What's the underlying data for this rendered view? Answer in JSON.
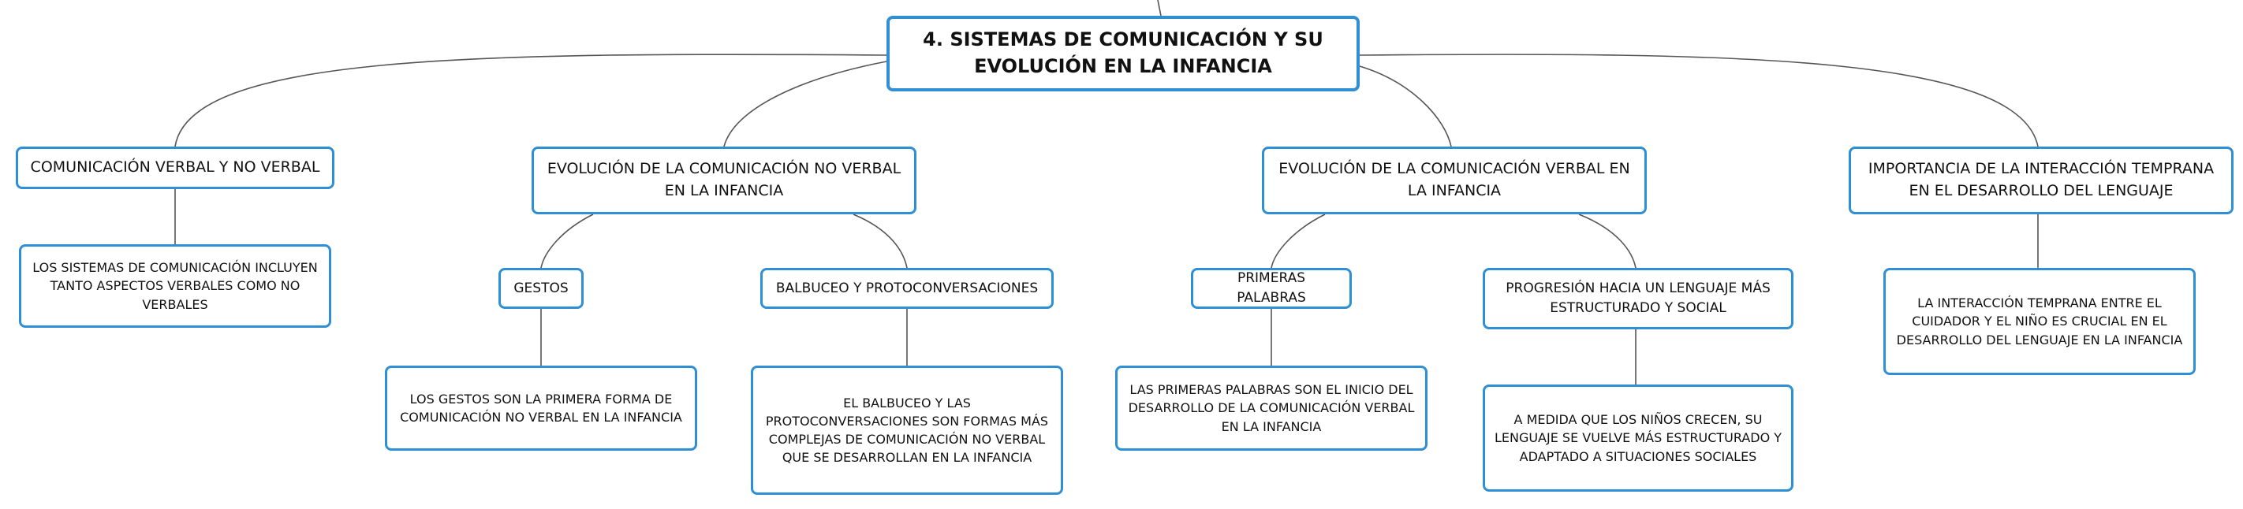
{
  "root": {
    "label": "4. SISTEMAS DE COMUNICACIÓN Y SU EVOLUCIÓN EN LA INFANCIA"
  },
  "branches": [
    {
      "label": "COMUNICACIÓN VERBAL Y NO VERBAL",
      "detail": "LOS SISTEMAS DE COMUNICACIÓN INCLUYEN TANTO ASPECTOS VERBALES COMO NO VERBALES"
    },
    {
      "label": "EVOLUCIÓN DE LA COMUNICACIÓN NO VERBAL EN LA INFANCIA",
      "children": [
        {
          "label": "GESTOS",
          "detail": "LOS GESTOS SON LA PRIMERA FORMA DE COMUNICACIÓN NO VERBAL EN LA INFANCIA"
        },
        {
          "label": "BALBUCEO Y PROTOCONVERSACIONES",
          "detail": "EL BALBUCEO Y LAS PROTOCONVERSACIONES SON FORMAS MÁS COMPLEJAS DE COMUNICACIÓN NO VERBAL QUE SE DESARROLLAN EN LA INFANCIA"
        }
      ]
    },
    {
      "label": "EVOLUCIÓN DE LA COMUNICACIÓN VERBAL EN LA INFANCIA",
      "children": [
        {
          "label": "PRIMERAS PALABRAS",
          "detail": "LAS PRIMERAS PALABRAS SON EL INICIO DEL DESARROLLO DE LA COMUNICACIÓN VERBAL EN LA INFANCIA"
        },
        {
          "label": "PROGRESIÓN HACIA UN LENGUAJE MÁS ESTRUCTURADO Y SOCIAL",
          "detail": "A MEDIDA QUE LOS NIÑOS CRECEN, SU LENGUAJE SE VUELVE MÁS ESTRUCTURADO Y ADAPTADO A SITUACIONES SOCIALES"
        }
      ]
    },
    {
      "label": "IMPORTANCIA DE LA INTERACCIÓN TEMPRANA EN EL DESARROLLO DEL LENGUAJE",
      "detail": "LA INTERACCIÓN TEMPRANA ENTRE EL CUIDADOR Y EL NIÑO ES CRUCIAL EN EL DESARROLLO DEL LENGUAJE EN LA INFANCIA"
    }
  ],
  "colors": {
    "node_border": "#2f8fd4",
    "connector": "#555555",
    "text": "#111111"
  }
}
